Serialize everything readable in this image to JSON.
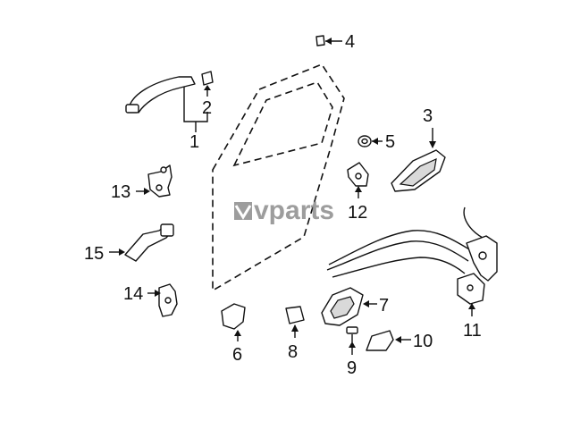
{
  "diagram": {
    "watermark": "vparts",
    "callouts": [
      "1",
      "2",
      "3",
      "4",
      "5",
      "6",
      "7",
      "8",
      "9",
      "10",
      "11",
      "12",
      "13",
      "14",
      "15"
    ]
  },
  "colors": {
    "ink": "#111111",
    "watermark": "#8c8c8c",
    "background": "#ffffff"
  }
}
